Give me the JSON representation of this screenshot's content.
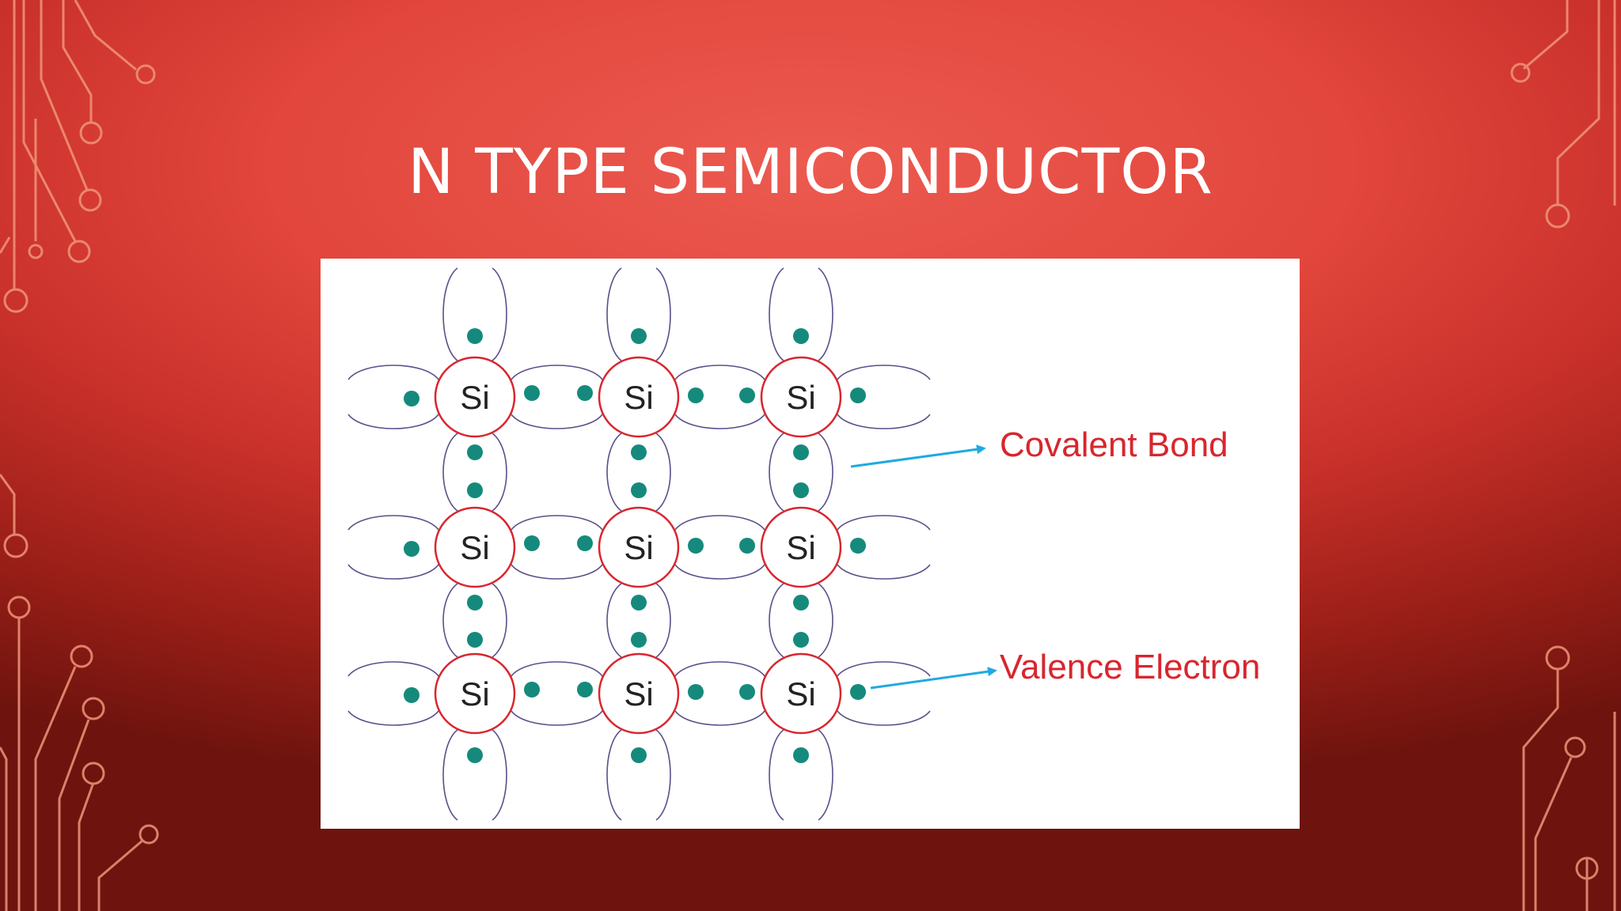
{
  "slide": {
    "title": "N TYPE SEMICONDUCTOR"
  },
  "diagram": {
    "atom_symbol": "Si",
    "rows": 3,
    "columns": 3,
    "callouts": {
      "covalent_bond": "Covalent Bond",
      "valence_electron": "Valence Electron"
    }
  },
  "colors": {
    "atom_outline": "#d8262e",
    "electron": "#158a7c",
    "bond_arc": "#5a4f8a",
    "arrow": "#21a9e1",
    "label_red": "#d8262e",
    "circuit_line": "#f29a7c"
  }
}
